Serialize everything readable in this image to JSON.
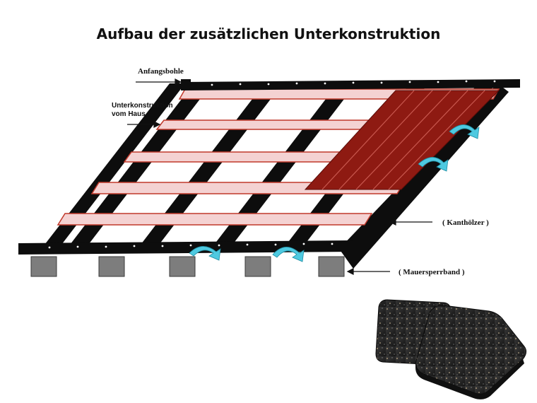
{
  "title": "Aufbau der zusätzlichen Unterkonstruktion",
  "labels": {
    "anfangsbohle": "Anfangsbohle",
    "unterkonstruktion_line1": "Unterkonstruktion",
    "unterkonstruktion_line2": "vom Haus",
    "kanthoelzer": "( Kanthölzer )",
    "mauersperrband": "( Mauersperrband )"
  },
  "colors": {
    "beam": "#0d0d0d",
    "joist_fill": "#f4d2d2",
    "joist_stroke": "#c0392b",
    "deck_board": "#8e1a12",
    "deck_line": "#c9584f",
    "arrow_cyan": "#4ec9e0",
    "pad": "#242424"
  },
  "icons": [
    "arrow-right-icon",
    "arrow-left-icon",
    "curved-arrow-icon",
    "rubber-pad-image"
  ]
}
